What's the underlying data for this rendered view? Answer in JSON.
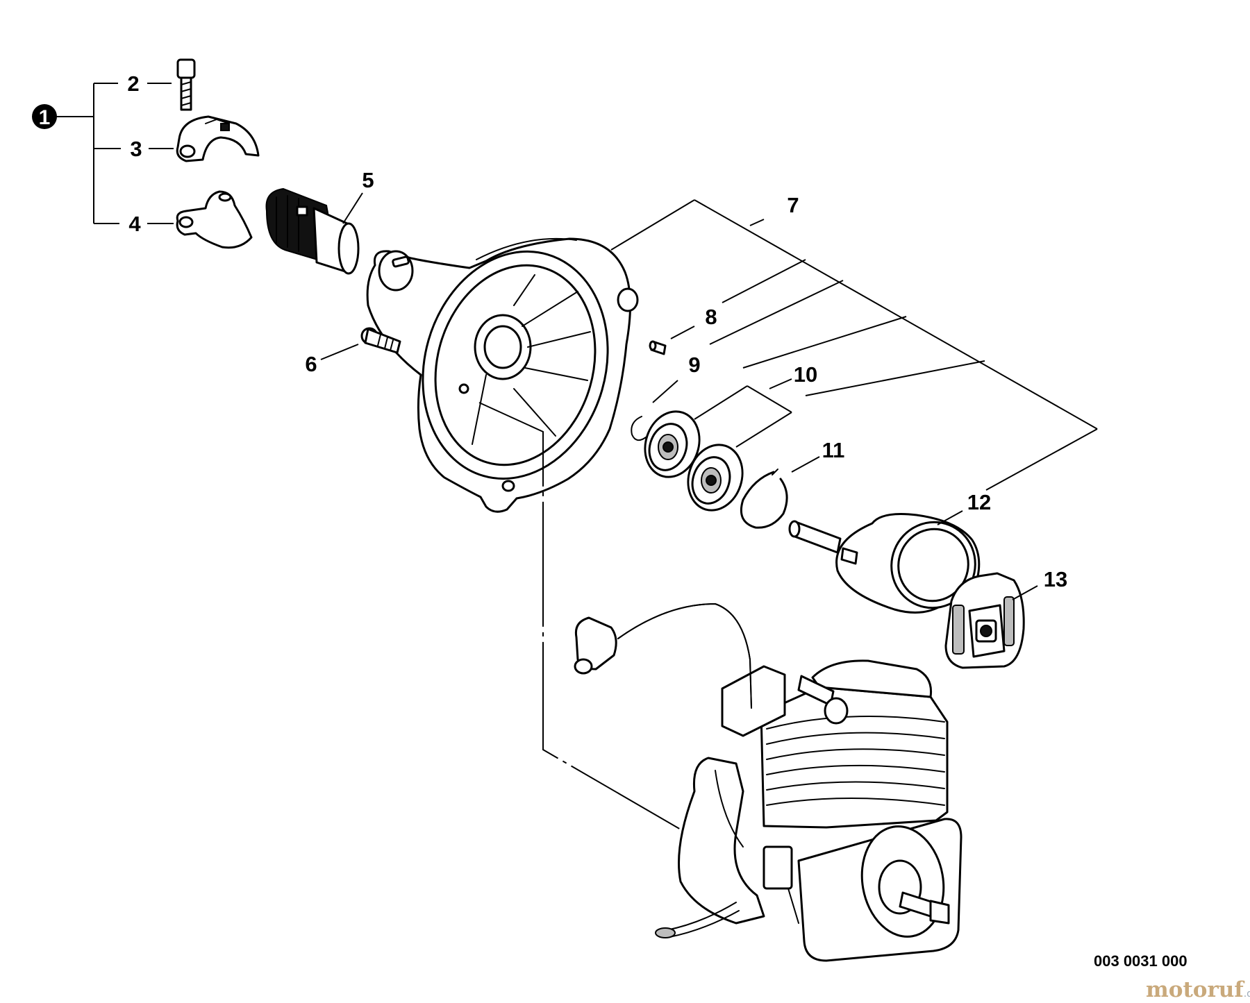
{
  "callouts": {
    "c1": "1",
    "c2": "2",
    "c3": "3",
    "c4": "4",
    "c5": "5",
    "c6": "6",
    "c7": "7",
    "c8": "8",
    "c9": "9",
    "c10": "10",
    "c11": "11",
    "c12": "12",
    "c13": "13"
  },
  "drawing_code": "003 0031 000",
  "watermark": {
    "name": "motoruf",
    "tld": ".de"
  },
  "colors": {
    "line": "#000000",
    "background": "#ffffff",
    "watermark": "#c9a97b"
  }
}
